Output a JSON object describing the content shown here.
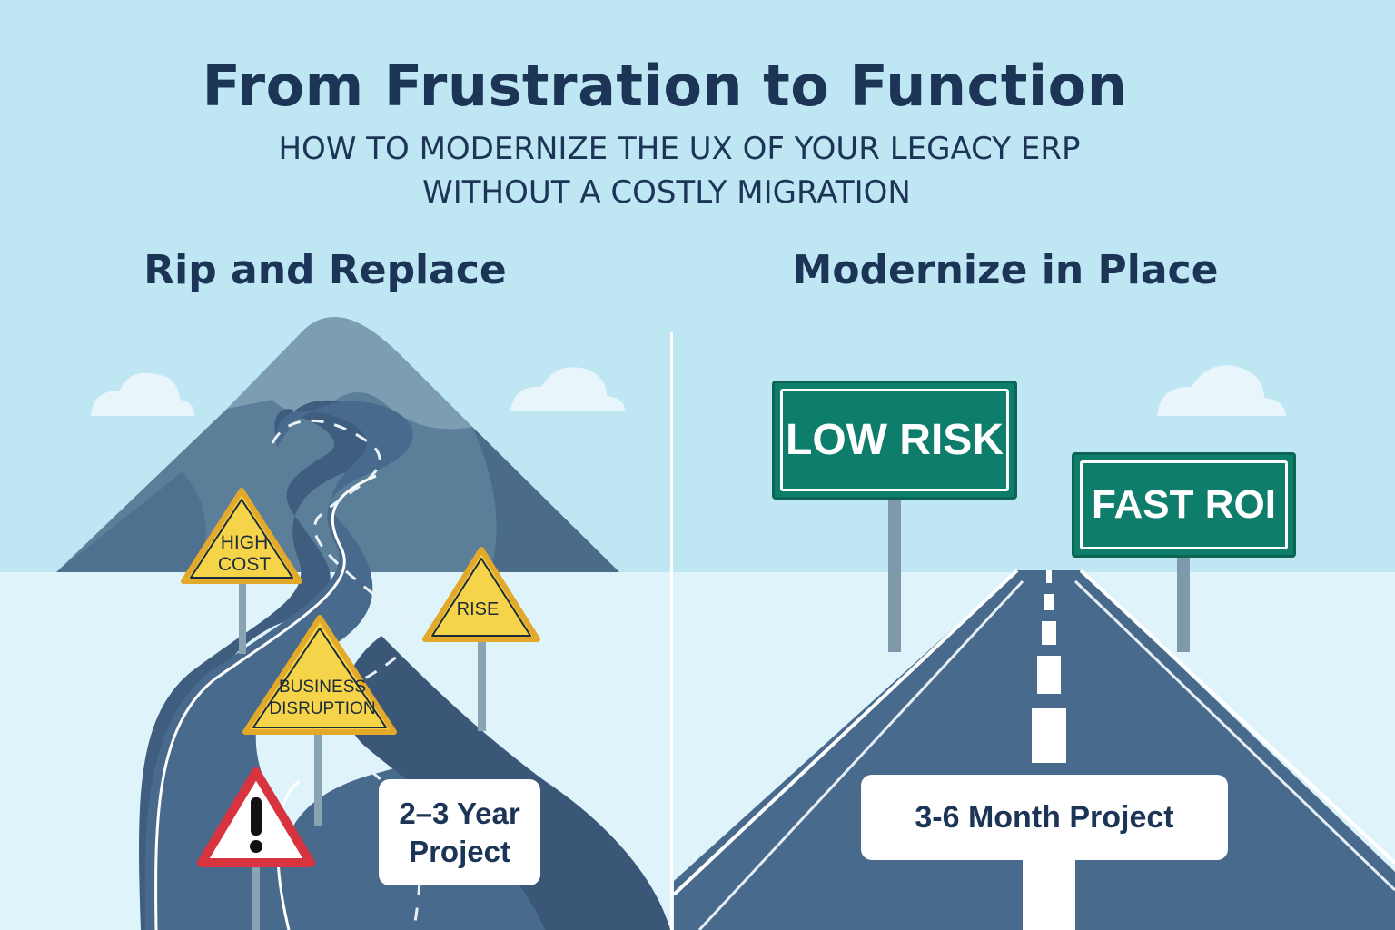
{
  "header": {
    "title": "From Frustration to Function",
    "subtitle_line1": "HOW TO MODERNIZE THE UX OF YOUR LEGACY ERP",
    "subtitle_line2": "WITHOUT A COSTLY MIGRATION"
  },
  "left": {
    "heading": "Rip and Replace",
    "signs": {
      "high_cost": [
        "HIGH",
        "COST"
      ],
      "rise": "RISE",
      "business_disruption": [
        "BUSINESS",
        "DISRUPTION"
      ]
    },
    "duration": [
      "2–3 Year",
      "Project"
    ]
  },
  "right": {
    "heading": "Modernize in Place",
    "signs": {
      "low_risk": "LOW RISK",
      "fast_roi": "FAST ROI"
    },
    "duration": "3-6 Month Project"
  },
  "colors": {
    "sky": "#bfe6f3",
    "ground": "#dff3fa",
    "road": "#486a8d",
    "mountain": "#5b7f99",
    "green_sign": "#0f7d6b",
    "warning_yellow": "#f6d44a",
    "warning_red": "#d8343f",
    "title_text": "#1c3557"
  },
  "icons": [
    "warning-triangle-icon",
    "exclamation-icon",
    "cloud-icon"
  ]
}
